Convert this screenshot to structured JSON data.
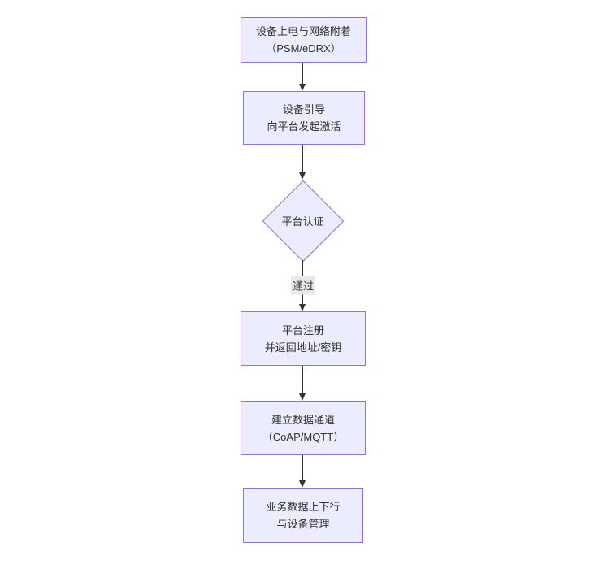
{
  "diagram": {
    "type": "flowchart-top-down",
    "colors": {
      "background": "#ffffff",
      "node_fill": "#ECECFF",
      "node_border": "#9370DB",
      "text": "#333333",
      "arrow": "#333333",
      "edge_label_bg": "#e8e8e8"
    },
    "nodes": [
      {
        "id": "A",
        "shape": "rect",
        "line1": "设备上电与网络附着",
        "line2": "（PSM/eDRX）"
      },
      {
        "id": "B",
        "shape": "rect",
        "line1": "设备引导",
        "line2": "向平台发起激活"
      },
      {
        "id": "C",
        "shape": "diamond",
        "line1": "平台认证",
        "line2": ""
      },
      {
        "id": "D",
        "shape": "rect",
        "line1": "平台注册",
        "line2": "并返回地址/密钥"
      },
      {
        "id": "E",
        "shape": "rect",
        "line1": "建立数据通道",
        "line2": "（CoAP/MQTT）"
      },
      {
        "id": "F",
        "shape": "rect",
        "line1": "业务数据上下行",
        "line2": "与设备管理"
      }
    ],
    "edges": [
      {
        "from": "A",
        "to": "B",
        "label": ""
      },
      {
        "from": "B",
        "to": "C",
        "label": ""
      },
      {
        "from": "C",
        "to": "D",
        "label": "通过"
      },
      {
        "from": "D",
        "to": "E",
        "label": ""
      },
      {
        "from": "E",
        "to": "F",
        "label": ""
      }
    ]
  }
}
